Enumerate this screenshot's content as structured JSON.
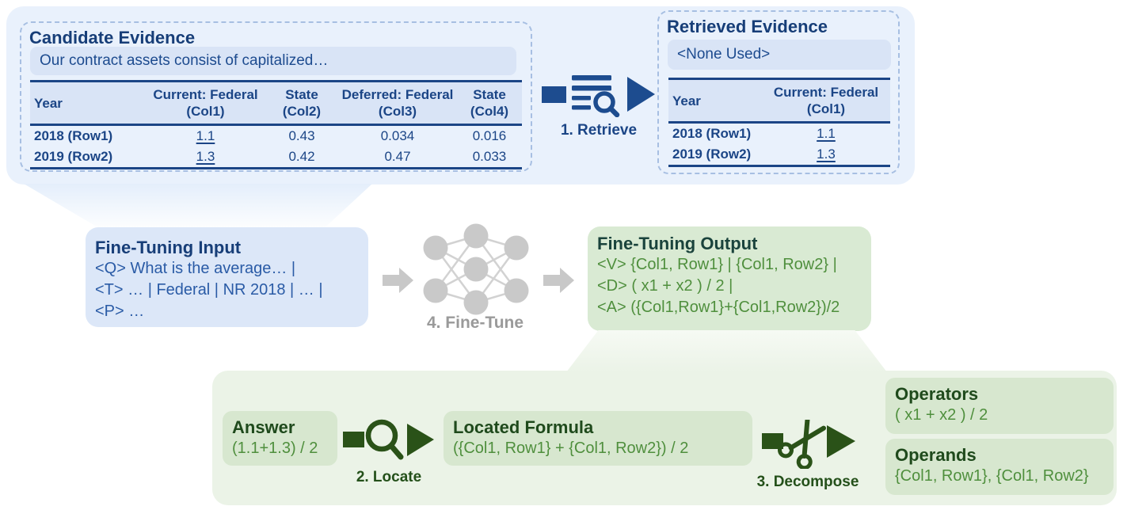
{
  "colors": {
    "panel_blue": "#e9f1fc",
    "card_blue": "#d9e4f6",
    "input_blue": "#dce7f8",
    "navy": "#1b4586",
    "body_blue": "#2a5ba6",
    "dash_border": "#a7bfe2",
    "panel_green": "#ebf3e7",
    "card_green": "#d7e7cf",
    "output_green": "#d9ead3",
    "dark_green": "#1f4a1c",
    "body_green": "#4f8f3d",
    "icon_green": "#2a5218",
    "gray": "#c8c8c8",
    "gray_label": "#9a9a9a"
  },
  "candidate_evidence": {
    "title": "Candidate Evidence",
    "snippet": "Our contract assets consist of capitalized…",
    "table": {
      "headers": [
        "Year",
        "Current: Federal (Col1)",
        "State (Col2)",
        "Deferred: Federal (Col3)",
        "State (Col4)"
      ],
      "rows": [
        {
          "cells": [
            "2018 (Row1)",
            "1.1",
            "0.43",
            "0.034",
            "0.016"
          ]
        },
        {
          "cells": [
            "2019 (Row2)",
            "1.3",
            "0.42",
            "0.47",
            "0.033"
          ]
        }
      ]
    }
  },
  "retrieve_step": {
    "label": "1. Retrieve"
  },
  "retrieved_evidence": {
    "title": "Retrieved Evidence",
    "snippet": "<None Used>",
    "table": {
      "headers": [
        "Year",
        "Current: Federal (Col1)"
      ],
      "rows": [
        {
          "cells": [
            "2018 (Row1)",
            "1.1"
          ]
        },
        {
          "cells": [
            "2019 (Row2)",
            "1.3"
          ]
        }
      ]
    }
  },
  "fine_tuning_input": {
    "title": "Fine-Tuning Input",
    "lines": [
      "<Q> What is the average… |",
      "<T> … | Federal | NR 2018 | … |",
      "<P> …"
    ]
  },
  "fine_tune_step": {
    "label": "4. Fine-Tune"
  },
  "fine_tuning_output": {
    "title": "Fine-Tuning Output",
    "lines": [
      "<V> {Col1, Row1} | {Col1, Row2} |",
      "<D> ( x1 + x2 ) / 2 |",
      "<A> ({Col1,Row1}+{Col1,Row2})/2"
    ]
  },
  "answer": {
    "title": "Answer",
    "formula": "(1.1+1.3) / 2"
  },
  "locate_step": {
    "label": "2. Locate"
  },
  "located_formula": {
    "title": "Located Formula",
    "formula": "({Col1, Row1} + {Col1, Row2}) / 2"
  },
  "decompose_step": {
    "label": "3. Decompose"
  },
  "operators": {
    "title": "Operators",
    "formula": "( x1 + x2 ) / 2"
  },
  "operands": {
    "title": "Operands",
    "formula": "{Col1, Row1}, {Col1, Row2}"
  }
}
